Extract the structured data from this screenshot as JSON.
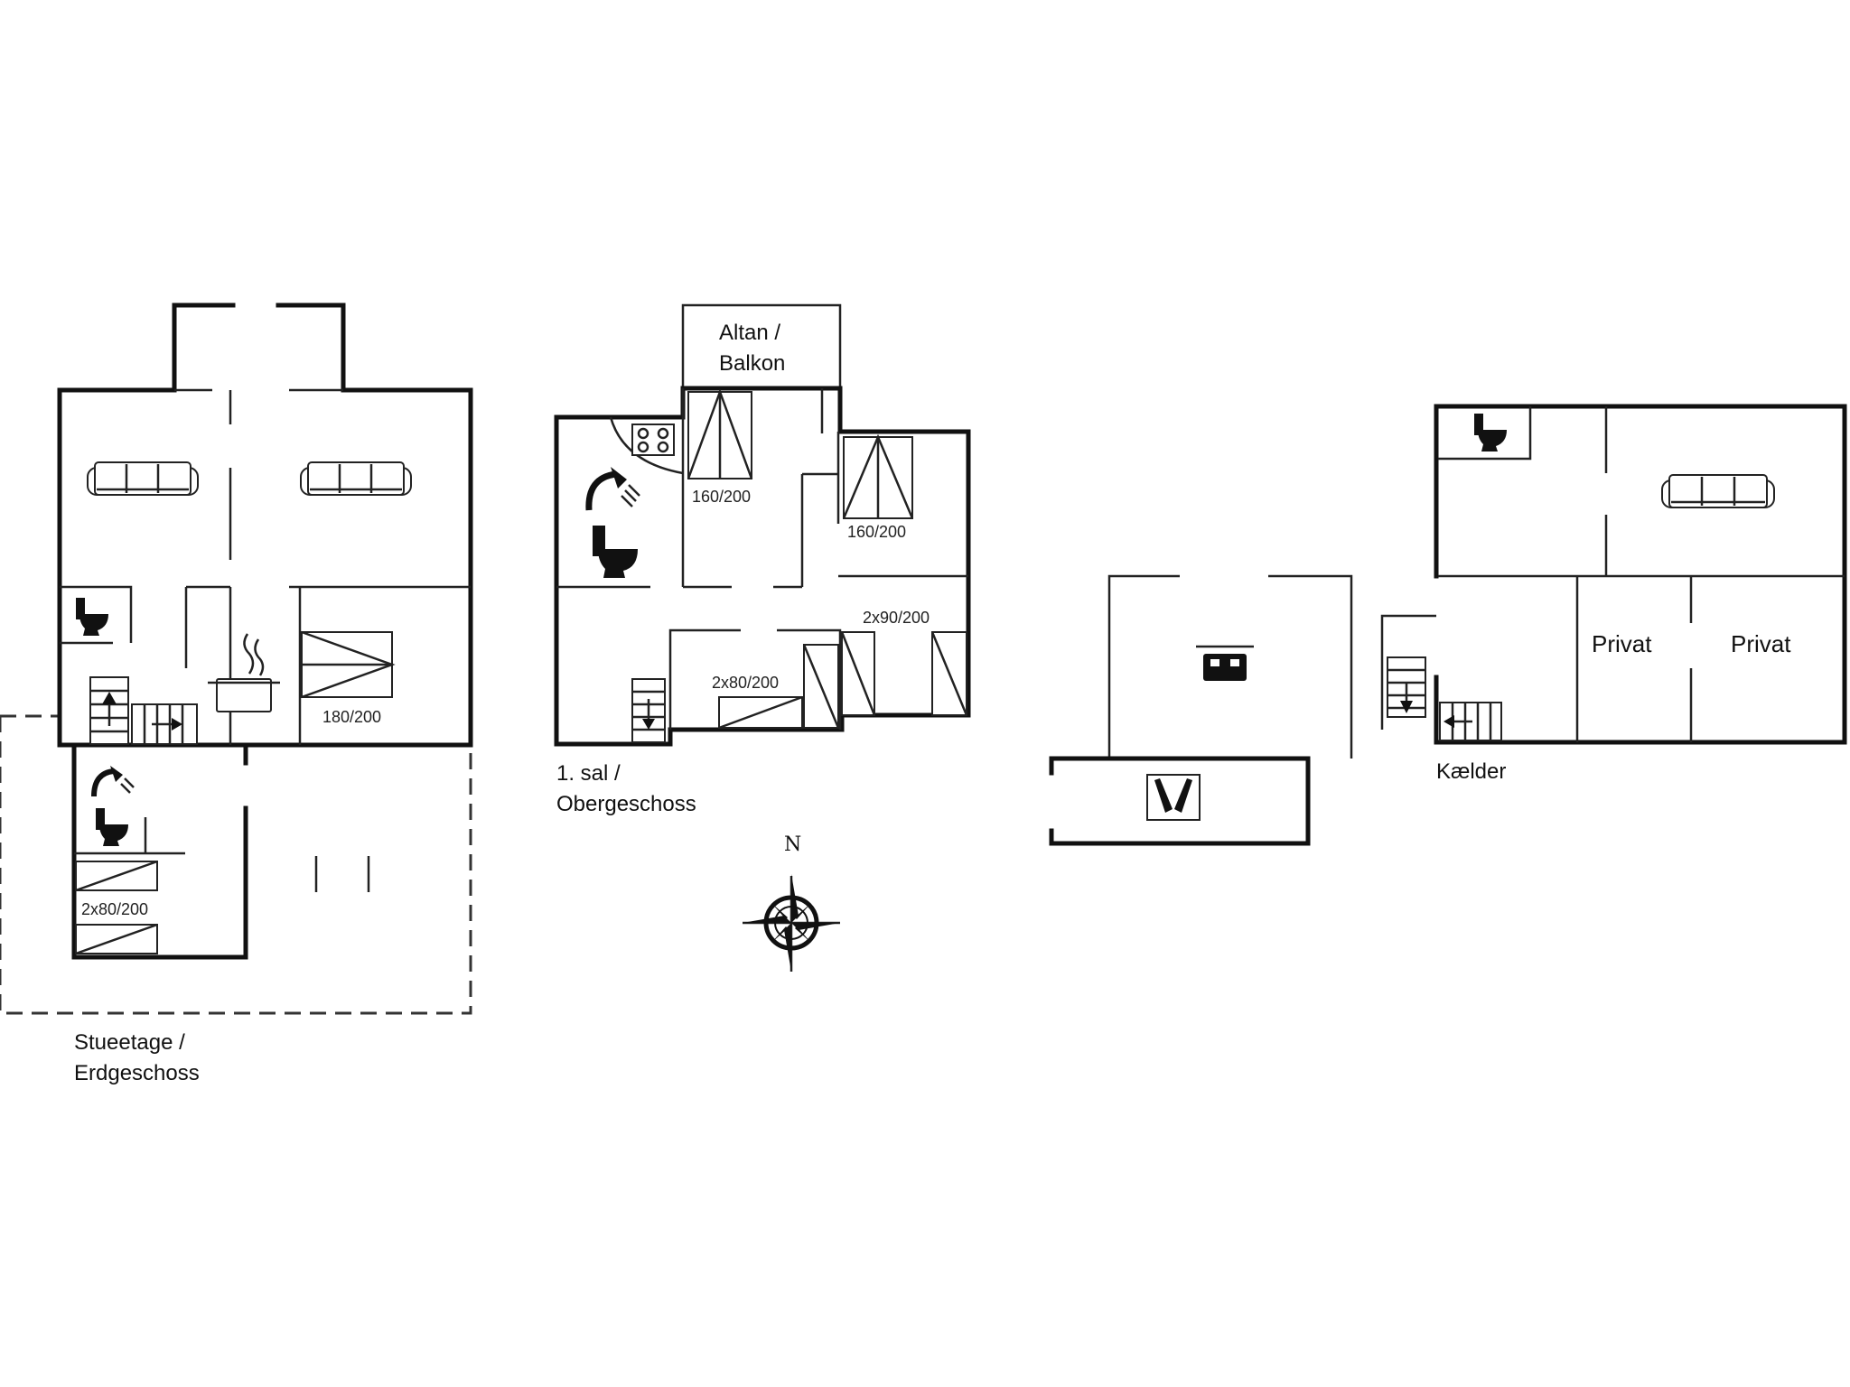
{
  "floors": {
    "ground": {
      "label_line1": "Stueetage /",
      "label_line2": "Erdgeschoss"
    },
    "first": {
      "label_line1": "1. sal /",
      "label_line2": "Obergeschoss"
    },
    "basement": {
      "label": "Kælder"
    }
  },
  "rooms": {
    "balcony_line1": "Altan /",
    "balcony_line2": "Balkon",
    "private_1": "Privat",
    "private_2": "Privat"
  },
  "beds": {
    "ground_double": "180/200",
    "ground_twin": "2x80/200",
    "first_left": "160/200",
    "first_right": "160/200",
    "first_twin_80": "2x80/200",
    "first_twin_90": "2x90/200"
  },
  "compass": {
    "north": "N"
  },
  "icons": [
    "sofa-icon",
    "toilet-icon",
    "shower-icon",
    "cooking-pot-icon",
    "stairs-icon",
    "stove-icon",
    "tv-icon",
    "bottles-icon",
    "compass-rose-icon"
  ]
}
